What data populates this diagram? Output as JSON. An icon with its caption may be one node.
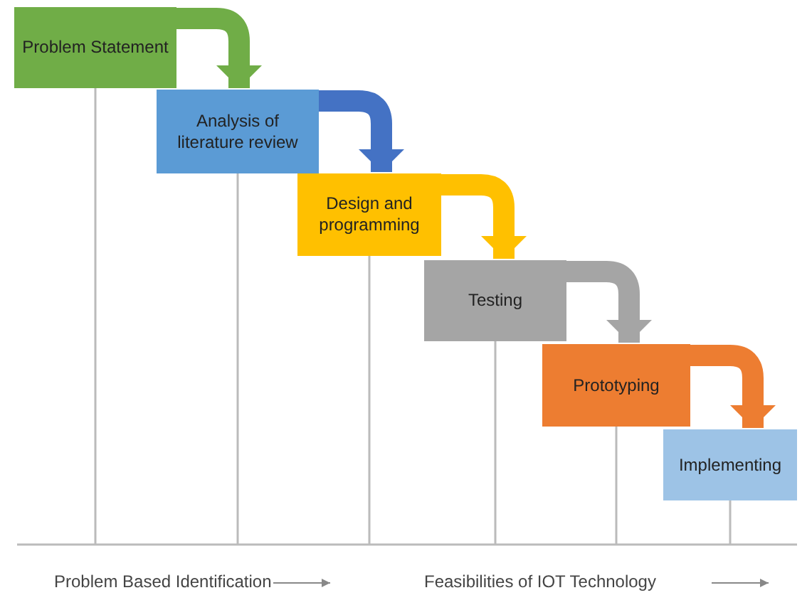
{
  "diagram": {
    "nodes": [
      {
        "text": [
          "Problem Statement"
        ]
      },
      {
        "text": [
          "Analysis of literature review"
        ]
      },
      {
        "text": [
          "Design and programming"
        ]
      },
      {
        "text": [
          "Testing"
        ]
      },
      {
        "text": [
          "Prototyping"
        ]
      },
      {
        "text": [
          "Implementing"
        ]
      }
    ],
    "edges": [
      {
        "from": 0,
        "to": 1,
        "arrow": "to",
        "color": "#70ad47"
      },
      {
        "from": 1,
        "to": 2,
        "arrow": "to",
        "color": "#4472c4"
      },
      {
        "from": 2,
        "to": 3,
        "arrow": "to",
        "color": "#ffc000"
      },
      {
        "from": 3,
        "to": 4,
        "arrow": "to",
        "color": "#a5a5a5"
      },
      {
        "from": 4,
        "to": 5,
        "arrow": "to",
        "color": "#ed7d31"
      }
    ],
    "labels": [
      "Problem Based Identification",
      "Feasibilities of IOT Technology"
    ]
  }
}
